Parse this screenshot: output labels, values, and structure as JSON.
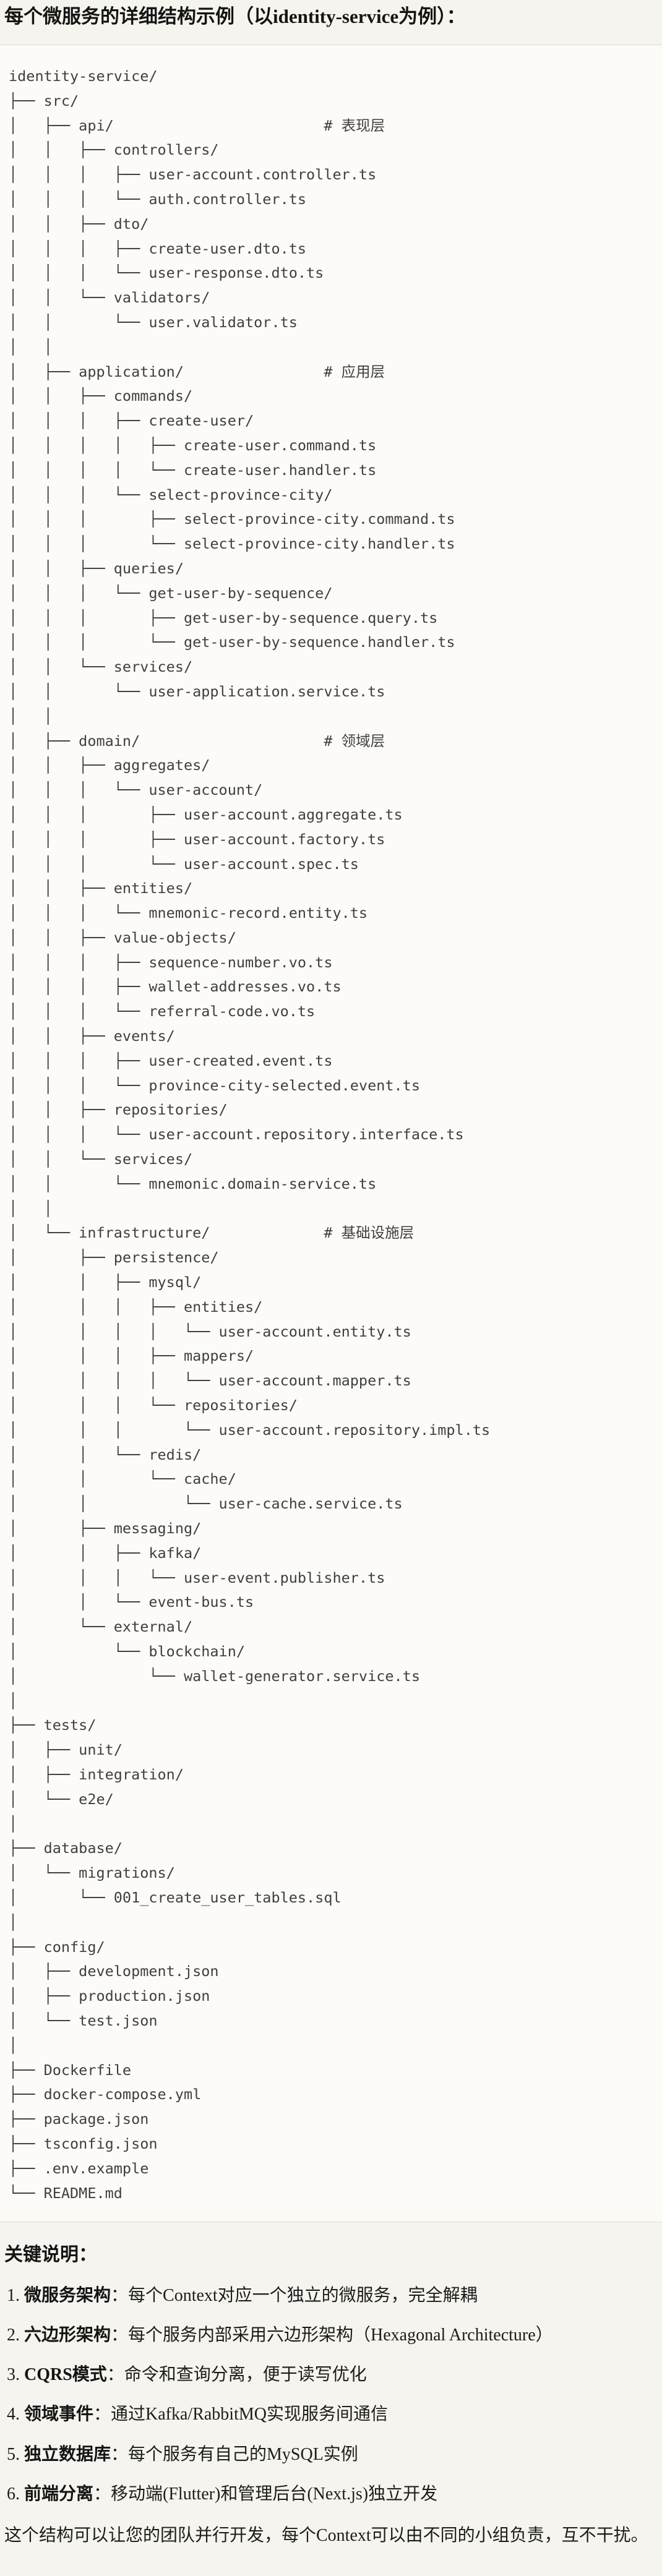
{
  "title": "每个微服务的详细结构示例（以identity-service为例）：",
  "code_block": {
    "lines": [
      "identity-service/",
      "├── src/",
      "│   ├── api/                        # 表现层",
      "│   │   ├── controllers/",
      "│   │   │   ├── user-account.controller.ts",
      "│   │   │   └── auth.controller.ts",
      "│   │   ├── dto/",
      "│   │   │   ├── create-user.dto.ts",
      "│   │   │   └── user-response.dto.ts",
      "│   │   └── validators/",
      "│   │       └── user.validator.ts",
      "│   │",
      "│   ├── application/                # 应用层",
      "│   │   ├── commands/",
      "│   │   │   ├── create-user/",
      "│   │   │   │   ├── create-user.command.ts",
      "│   │   │   │   └── create-user.handler.ts",
      "│   │   │   └── select-province-city/",
      "│   │   │       ├── select-province-city.command.ts",
      "│   │   │       └── select-province-city.handler.ts",
      "│   │   ├── queries/",
      "│   │   │   └── get-user-by-sequence/",
      "│   │   │       ├── get-user-by-sequence.query.ts",
      "│   │   │       └── get-user-by-sequence.handler.ts",
      "│   │   └── services/",
      "│   │       └── user-application.service.ts",
      "│   │",
      "│   ├── domain/                     # 领域层",
      "│   │   ├── aggregates/",
      "│   │   │   └── user-account/",
      "│   │   │       ├── user-account.aggregate.ts",
      "│   │   │       ├── user-account.factory.ts",
      "│   │   │       └── user-account.spec.ts",
      "│   │   ├── entities/",
      "│   │   │   └── mnemonic-record.entity.ts",
      "│   │   ├── value-objects/",
      "│   │   │   ├── sequence-number.vo.ts",
      "│   │   │   ├── wallet-addresses.vo.ts",
      "│   │   │   └── referral-code.vo.ts",
      "│   │   ├── events/",
      "│   │   │   ├── user-created.event.ts",
      "│   │   │   └── province-city-selected.event.ts",
      "│   │   ├── repositories/",
      "│   │   │   └── user-account.repository.interface.ts",
      "│   │   └── services/",
      "│   │       └── mnemonic.domain-service.ts",
      "│   │",
      "│   └── infrastructure/             # 基础设施层",
      "│       ├── persistence/",
      "│       │   ├── mysql/",
      "│       │   │   ├── entities/",
      "│       │   │   │   └── user-account.entity.ts",
      "│       │   │   ├── mappers/",
      "│       │   │   │   └── user-account.mapper.ts",
      "│       │   │   └── repositories/",
      "│       │   │       └── user-account.repository.impl.ts",
      "│       │   └── redis/",
      "│       │       └── cache/",
      "│       │           └── user-cache.service.ts",
      "│       ├── messaging/",
      "│       │   ├── kafka/",
      "│       │   │   └── user-event.publisher.ts",
      "│       │   └── event-bus.ts",
      "│       └── external/",
      "│           └── blockchain/",
      "│               └── wallet-generator.service.ts",
      "│",
      "├── tests/",
      "│   ├── unit/",
      "│   ├── integration/",
      "│   └── e2e/",
      "│",
      "├── database/",
      "│   └── migrations/",
      "│       └── 001_create_user_tables.sql",
      "│",
      "├── config/",
      "│   ├── development.json",
      "│   ├── production.json",
      "│   └── test.json",
      "│",
      "├── Dockerfile",
      "├── docker-compose.yml",
      "├── package.json",
      "├── tsconfig.json",
      "├── .env.example",
      "└── README.md"
    ]
  },
  "notes": {
    "heading": "关键说明：",
    "items": [
      {
        "num": "1.",
        "term": "微服务架构",
        "rest": "：每个Context对应一个独立的微服务，完全解耦"
      },
      {
        "num": "2.",
        "term": "六边形架构",
        "rest": "：每个服务内部采用六边形架构（Hexagonal Architecture）"
      },
      {
        "num": "3.",
        "term": "CQRS模式",
        "rest": "：命令和查询分离，便于读写优化"
      },
      {
        "num": "4.",
        "term": "领域事件",
        "rest": "：通过Kafka/RabbitMQ实现服务间通信"
      },
      {
        "num": "5.",
        "term": "独立数据库",
        "rest": "：每个服务有自己的MySQL实例"
      },
      {
        "num": "6.",
        "term": "前端分离",
        "rest": "：移动端(Flutter)和管理后台(Next.js)独立开发"
      }
    ],
    "closing": "这个结构可以让您的团队并行开发，每个Context可以由不同的小组负责，互不干扰。"
  }
}
